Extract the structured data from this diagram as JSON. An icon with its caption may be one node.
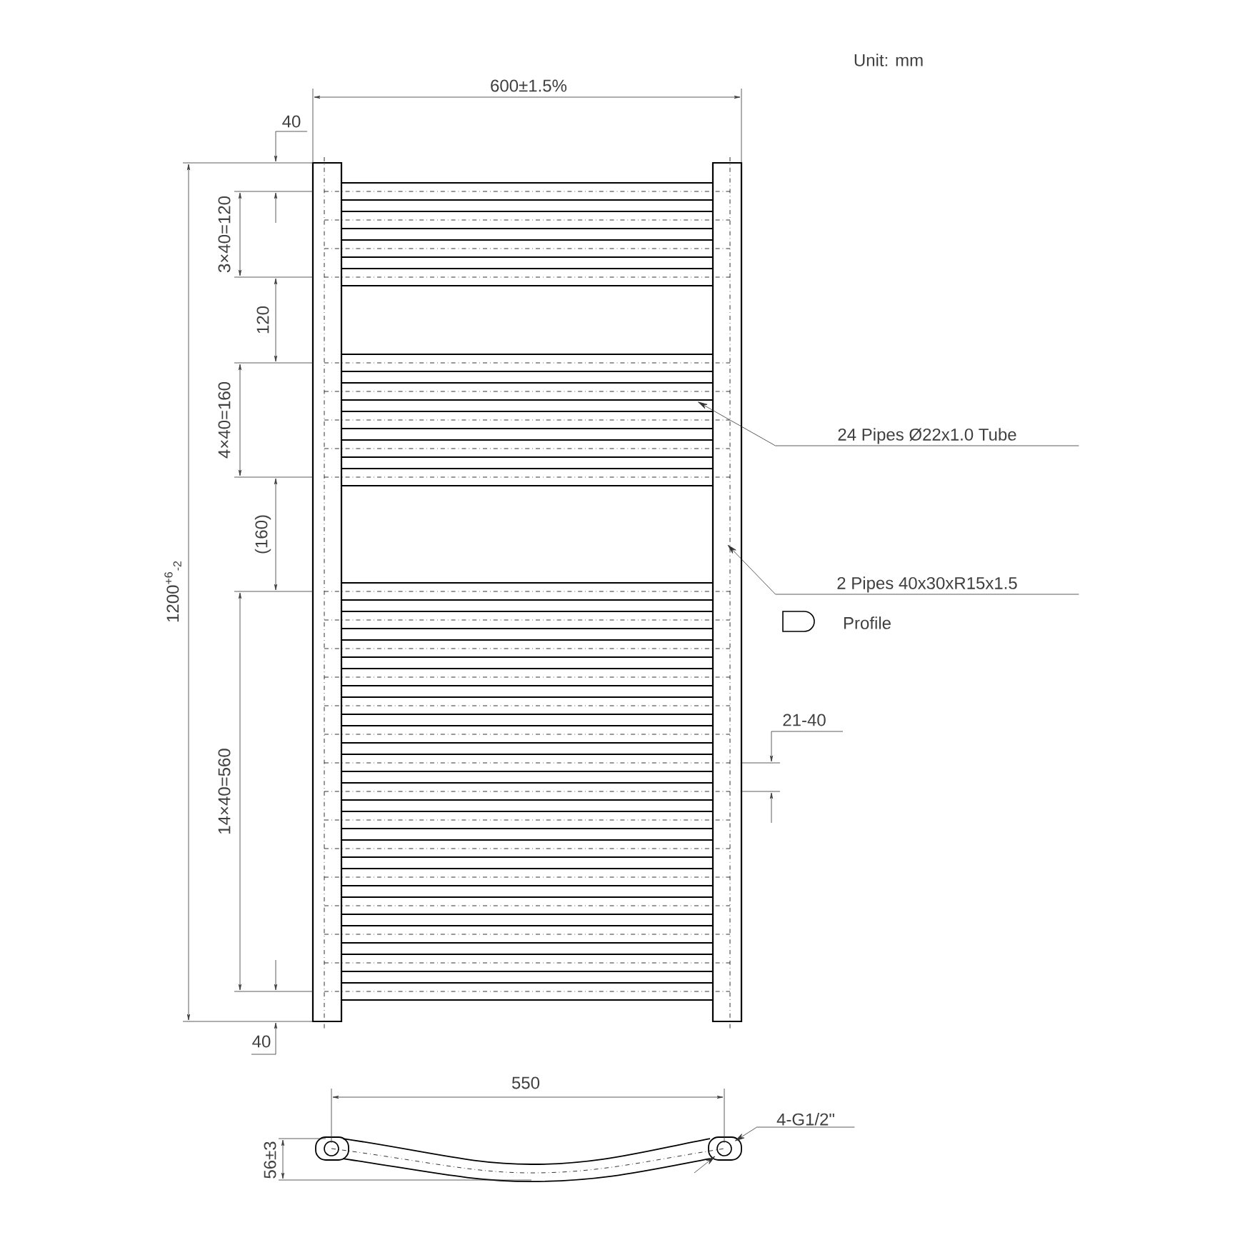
{
  "diagram": {
    "nodes": [
      {
        "text": [
          "24 Pipes Ø22x1.0 Tube"
        ]
      },
      {
        "text": [
          "2 Pipes 40x30xR15x1.5"
        ]
      },
      {
        "text": [
          "4-G1/2\""
        ]
      }
    ],
    "edges": [
      {
        "from": 0,
        "to": null,
        "arrow": "to"
      },
      {
        "from": 1,
        "to": null,
        "arrow": "to"
      },
      {
        "from": 2,
        "to": null,
        "arrow": "to"
      }
    ],
    "labels": [
      "Unit: mm",
      "600±1.5%",
      "40",
      "3×40=120",
      "120",
      "4×40=160",
      "(160)",
      "1200$^{+6}$$_{-2}$",
      "21-40",
      "Profile",
      "14×40=560",
      "40",
      "550",
      "56±3"
    ]
  }
}
